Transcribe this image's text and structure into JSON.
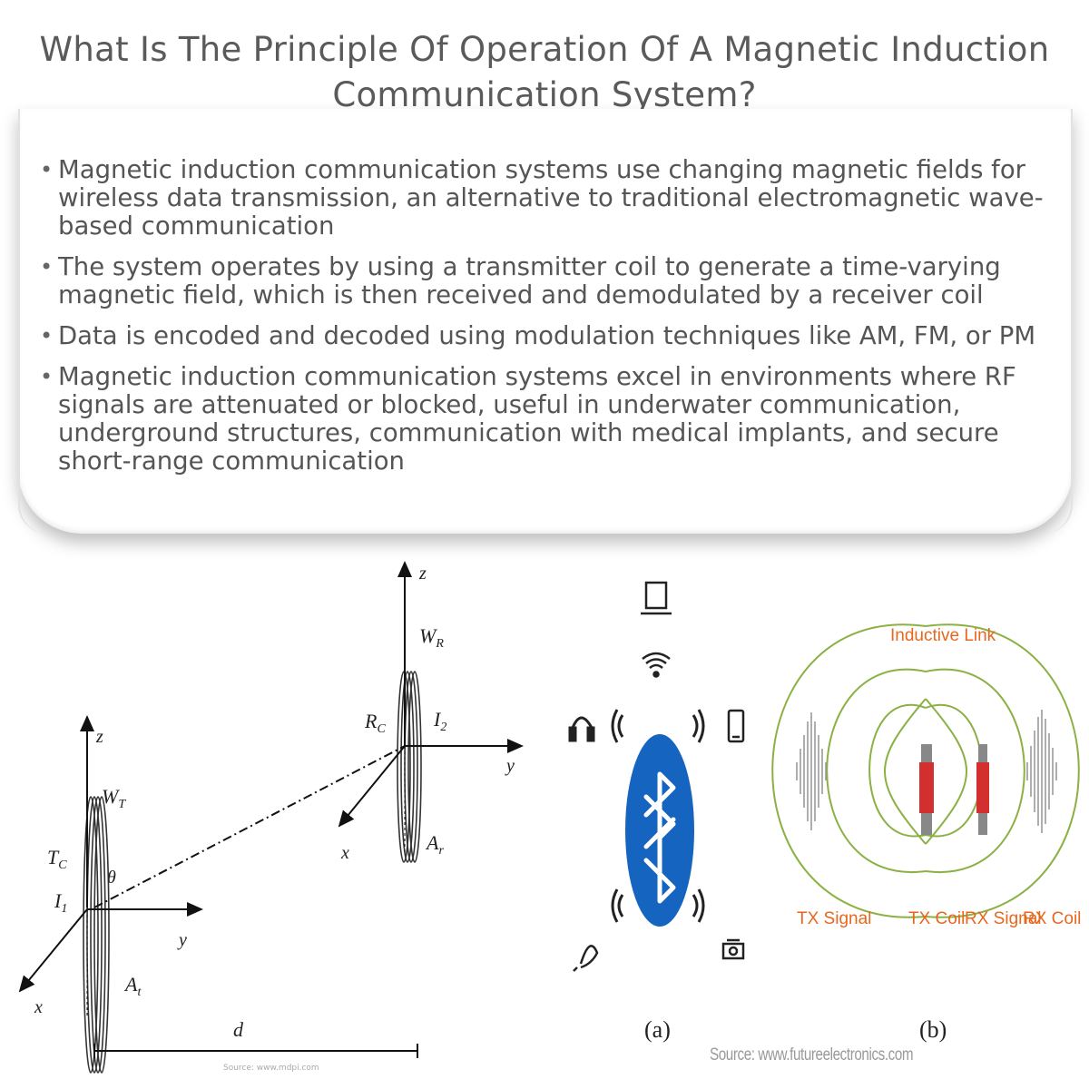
{
  "title": "What Is The Principle Of Operation Of A Magnetic Induction Communication System?",
  "bullets": [
    "Magnetic induction communication systems use changing magnetic fields for wireless data transmission, an alternative to traditional electromagnetic wave-based communication",
    "The system operates by using a transmitter coil to generate a time-varying magnetic field, which is then received and demodulated by a receiver coil",
    "Data is encoded and decoded using modulation techniques like AM, FM, or PM",
    "Magnetic induction communication systems excel in environments where RF signals are attenuated or blocked, useful in underwater communication, underground structures, communication with medical implants, and secure short-range communication"
  ],
  "diagram_left": {
    "z_tx": "z",
    "y_tx": "y",
    "x_tx": "x",
    "z_rx": "z",
    "y_rx": "y",
    "x_rx": "x",
    "W": "W",
    "W_T_sub": "T",
    "W_R_sub": "R",
    "T": "T",
    "T_C_sub": "C",
    "R": "R",
    "R_C_sub": "C",
    "theta": "θ",
    "I": "I",
    "I1_sub": "1",
    "I2_sub": "2",
    "A": "A",
    "A_t_sub": "t",
    "A_r_sub": "r",
    "d": "d",
    "source": "Source: www.mdpi.com"
  },
  "diagram_right": {
    "inductive_link": "Inductive Link",
    "tx_signal": "TX Signal",
    "tx_coil": "TX Coil",
    "rx_signal": "RX Signal",
    "rx_coil": "RX Coil",
    "label_a": "(a)",
    "label_b": "(b)",
    "source": "Source: www.futureelectronics.com"
  },
  "colors": {
    "bluetooth": "#1565c0",
    "field_lines": "#8bb043",
    "coil_red": "#d32f2f",
    "orange_labels": "#e8671f"
  },
  "icons": [
    "laptop-icon",
    "wifi-icon",
    "headphones-icon",
    "phone-icon",
    "bluetooth-icon",
    "hearing-aid-icon",
    "camera-icon"
  ]
}
